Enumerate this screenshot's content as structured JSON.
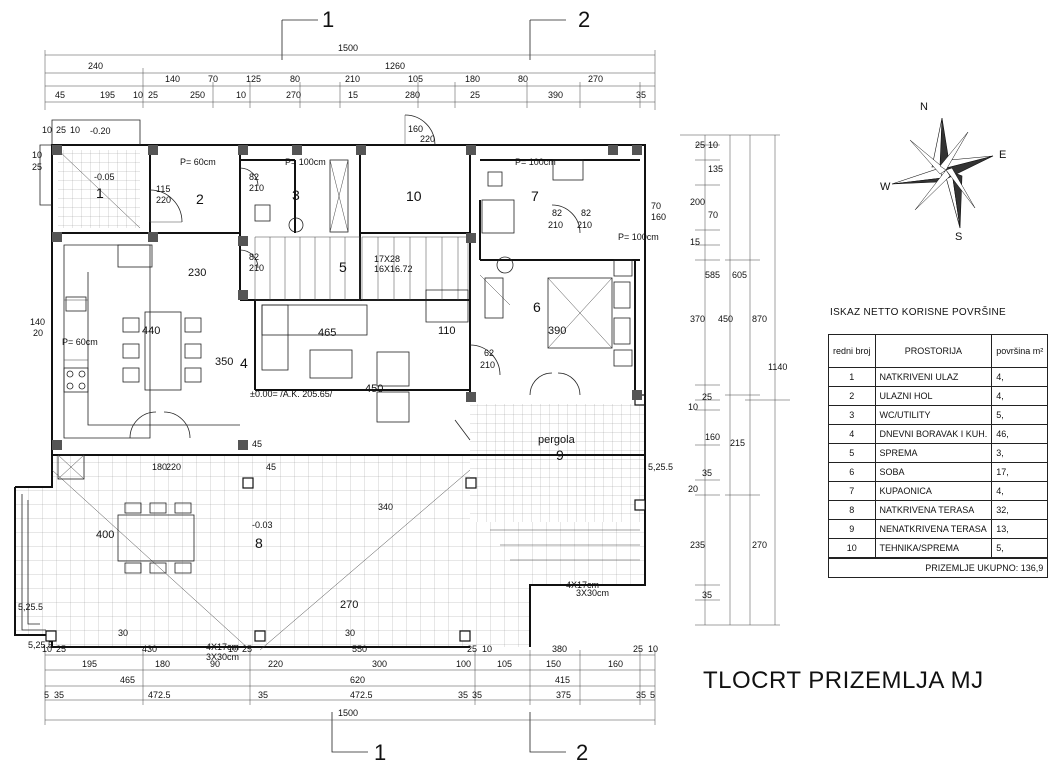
{
  "section_markers": {
    "top_1": "1",
    "top_2": "2",
    "bottom_1": "1",
    "bottom_2": "2"
  },
  "dims_top": {
    "row1": [
      "1500"
    ],
    "row2": [
      "240",
      "1260"
    ],
    "row3": [
      "140",
      "70",
      "125",
      "80",
      "210",
      "105",
      "180",
      "80",
      "270"
    ],
    "row4": [
      "45",
      "195",
      "10",
      "25",
      "250",
      "10",
      "270",
      "15",
      "280",
      "25",
      "390",
      "35"
    ]
  },
  "dims_bottom": {
    "row1": [
      "10",
      "25",
      "430",
      "10",
      "25",
      "550",
      "25",
      "10",
      "380",
      "25",
      "10"
    ],
    "row2": [
      "195",
      "180",
      "90",
      "220",
      "300",
      "100",
      "105",
      "150",
      "160"
    ],
    "row3": [
      "465",
      "620",
      "415"
    ],
    "row4": [
      "5",
      "35",
      "472.5",
      "35",
      "472.5",
      "35",
      "35",
      "375",
      "35",
      "5"
    ],
    "row5": [
      "1500"
    ]
  },
  "dims_right": {
    "col1": [
      "25",
      "10",
      "135",
      "200",
      "70",
      "15",
      "585",
      "370",
      "10",
      "25",
      "160",
      "20",
      "35",
      "235",
      "35"
    ],
    "col2": [
      "605",
      "450",
      "215",
      "270"
    ],
    "col3": [
      "870"
    ],
    "col4": [
      "1140"
    ]
  },
  "elevations": {
    "entrance": "-0.20",
    "porch": "-0.05",
    "ground_floor": "±0.00= /A.K. 205.65/",
    "terrace": "-0.03"
  },
  "room_numbers": [
    "1",
    "2",
    "3",
    "10",
    "7",
    "5",
    "6",
    "4",
    "9",
    "8"
  ],
  "plan_labels": {
    "door_115": "115",
    "door_220a": "220",
    "door_82a": "82",
    "door_210a": "210",
    "door_82b": "82",
    "door_210b": "210",
    "door_160": "160",
    "door_220b": "220",
    "door_82c": "82",
    "door_210c": "210",
    "door_70": "70",
    "door_160b": "160",
    "door_62": "62",
    "door_210d": "210",
    "door_82d": "82",
    "door_210e": "210",
    "stairs_a": "17X28",
    "stairs_b": "16X16.72",
    "dim_440": "440",
    "dim_465": "465",
    "dim_390": "390",
    "dim_110": "110",
    "dim_230": "230",
    "dim_350": "350",
    "dim_450": "450",
    "dim_270": "270",
    "dim_400": "400",
    "dim_180": "180",
    "dim_220c": "220",
    "dim_45a": "45",
    "dim_45b": "45",
    "dim_30a": "30",
    "dim_30b": "30",
    "dim_340": "340",
    "dim_5_25": "5,25.5",
    "dim_5_25b": "5,25.5",
    "dim_525": "5,25.5",
    "tile_a": "4X17cm",
    "tile_b": "3X30cm",
    "tile_c": "4X17cm",
    "tile_d": "3X30cm",
    "pergola": "pergola",
    "parapet_a": "P= 60cm",
    "parapet_b": "P= 100cm",
    "parapet_c": "P= 100cm",
    "parapet_d": "P= 60cm",
    "parapet_e": "P= 100cm",
    "corner_a": "10",
    "corner_b": "25",
    "corner_c": "10",
    "side_140": "140",
    "side_20": "20",
    "side_1025": "10",
    "side_25a": "25"
  },
  "compass": {
    "n": "N",
    "e": "E",
    "s": "S",
    "w": "W"
  },
  "area_table": {
    "title": "ISKAZ NETTO KORISNE POVRŠINE",
    "col_no": "redni broj",
    "col_room": "PROSTORIJA",
    "col_area": "površina m²",
    "rows": [
      {
        "no": "1",
        "room": "NATKRIVENI ULAZ",
        "area": "4,"
      },
      {
        "no": "2",
        "room": "ULAZNI HOL",
        "area": "4,"
      },
      {
        "no": "3",
        "room": "WC/UTILITY",
        "area": "5,"
      },
      {
        "no": "4",
        "room": "DNEVNI BORAVAK I KUH.",
        "area": "46,"
      },
      {
        "no": "5",
        "room": "SPREMA",
        "area": "3,"
      },
      {
        "no": "6",
        "room": "SOBA",
        "area": "17,"
      },
      {
        "no": "7",
        "room": "KUPAONICA",
        "area": "4,"
      },
      {
        "no": "8",
        "room": "NATKRIVENA TERASA",
        "area": "32,"
      },
      {
        "no": "9",
        "room": "NENATKRIVENA TERASA",
        "area": "13,"
      },
      {
        "no": "10",
        "room": "TEHNIKA/SPREMA",
        "area": "5,"
      }
    ],
    "total": "PRIZEMLJE UKUPNO: 136,9"
  },
  "drawing_title": "TLOCRT PRIZEMLJA MJ"
}
